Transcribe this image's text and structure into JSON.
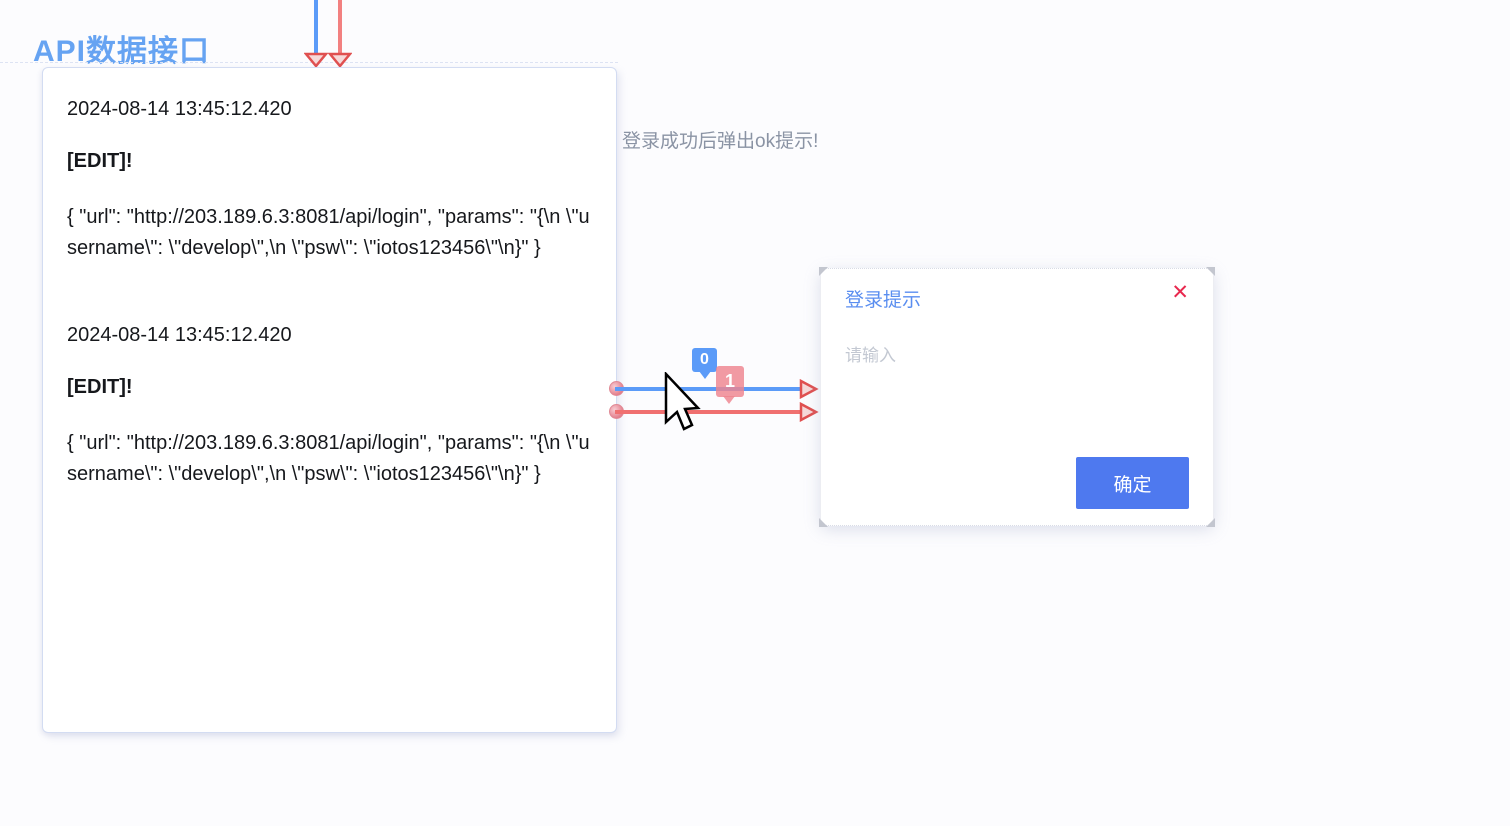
{
  "page": {
    "title": "API数据接口",
    "background_color": "#fcfcfe",
    "title_color": "#66a3f2"
  },
  "log_panel": {
    "entries": [
      {
        "timestamp": "2024-08-14 13:45:12.420",
        "flag": "[EDIT]!",
        "payload": "{ \"url\": \"http://203.189.6.3:8081/api/login\", \"params\": \"{\\n \\\"username\\\": \\\"develop\\\",\\n \\\"psw\\\": \\\"iotos123456\\\"\\n}\" }"
      },
      {
        "timestamp": "2024-08-14 13:45:12.420",
        "flag": "[EDIT]!",
        "payload": "{ \"url\": \"http://203.189.6.3:8081/api/login\", \"params\": \"{\\n \\\"username\\\": \\\"develop\\\",\\n \\\"psw\\\": \\\"iotos123456\\\"\\n}\" }"
      }
    ]
  },
  "flow": {
    "note": "登录成功后弹出ok提示!",
    "badges": [
      {
        "label": "0",
        "color": "#5b9bf8"
      },
      {
        "label": "1",
        "color": "#ee848f"
      }
    ],
    "line_colors": {
      "blue": "#5b9bf8",
      "red": "#f07070"
    },
    "arrowhead_color": "#e05050"
  },
  "dialog": {
    "title": "登录提示",
    "close_icon": "✕",
    "input_placeholder": "请输入",
    "confirm_label": "确定",
    "accent_color": "#4e79ef",
    "close_color": "#e8284e"
  }
}
